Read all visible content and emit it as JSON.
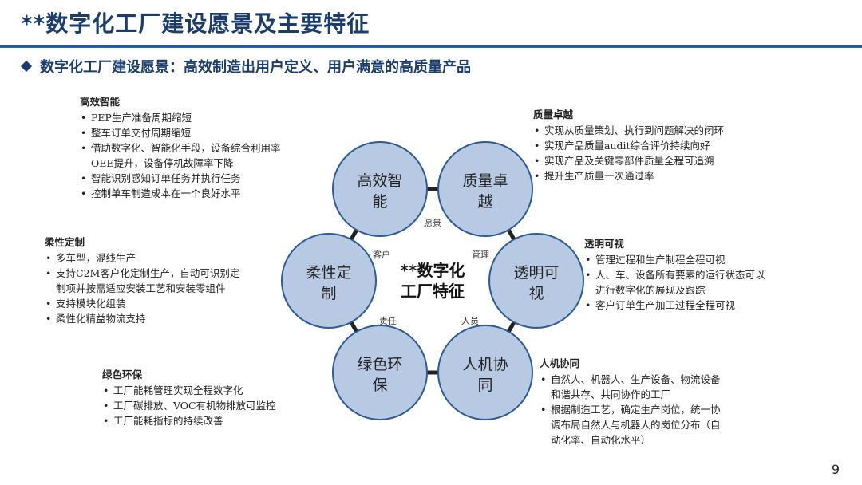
{
  "title": "**数字化工厂建设愿景及主要特征",
  "subtitle": "数字化工厂建设愿景：高效制造出用户定义、用户满意的高质量产品",
  "center": {
    "line1": "**数字化",
    "line2": "工厂特征"
  },
  "nodes": [
    {
      "line1": "高效智",
      "line2": "能"
    },
    {
      "line1": "质量卓",
      "line2": "越"
    },
    {
      "line1": "透明可",
      "line2": "视"
    },
    {
      "line1": "人机协",
      "line2": "同"
    },
    {
      "line1": "绿色环",
      "line2": "保"
    },
    {
      "line1": "柔性定",
      "line2": "制"
    }
  ],
  "connector_labels": [
    "愿景",
    "管理",
    "人员",
    "责任",
    "客户"
  ],
  "blocks": {
    "efficient": {
      "head": "高效智能",
      "items": [
        "PEP生产准备周期缩短",
        "整车订单交付周期缩短",
        "借助数字化、智能化手段，设备综合利用率",
        "OEE提升，设备停机故障率下降",
        "智能识别感知订单任务并执行任务",
        "控制单车制造成本在一个良好水平"
      ]
    },
    "quality": {
      "head": "质量卓越",
      "items": [
        "实现从质量策划、执行到问题解决的闭环",
        "实现产品质量audit综合评价持续向好",
        "实现产品及关键零部件质量全程可追溯",
        "提升生产质量一次通过率"
      ]
    },
    "flexible": {
      "head": "柔性定制",
      "items": [
        "多车型，混线生产",
        "支持C2M客户化定制生产，自动可识别定",
        "制项并按需适应安装工艺和安装零组件",
        "支持模块化组装",
        "柔性化精益物流支持"
      ]
    },
    "transparent": {
      "head": "透明可视",
      "items": [
        "管理过程和生产制程全程可视",
        "人、车、设备所有要素的运行状态可以",
        "进行数字化的展现及跟踪",
        "客户订单生产加工过程全程可视"
      ]
    },
    "green": {
      "head": "绿色环保",
      "items": [
        "工厂能耗管理实现全程数字化",
        "工厂碳排放、VOC有机物排放可监控",
        "工厂能耗指标的持续改善"
      ]
    },
    "collab": {
      "head": "人机协同",
      "items": [
        "自然人、机器人、生产设备、物流设备",
        "和谐共存、共同协作的工厂",
        "根据制造工艺，确定生产岗位，统一协",
        "调布局自然人与机器人的岗位分布（自",
        "动化率、自动化水平）"
      ]
    }
  },
  "page_number": "9",
  "colors": {
    "title": "#1a3d6d",
    "circle_fill": "#b8c9e4",
    "circle_stroke": "#2c5a96",
    "connector": "#222222"
  }
}
